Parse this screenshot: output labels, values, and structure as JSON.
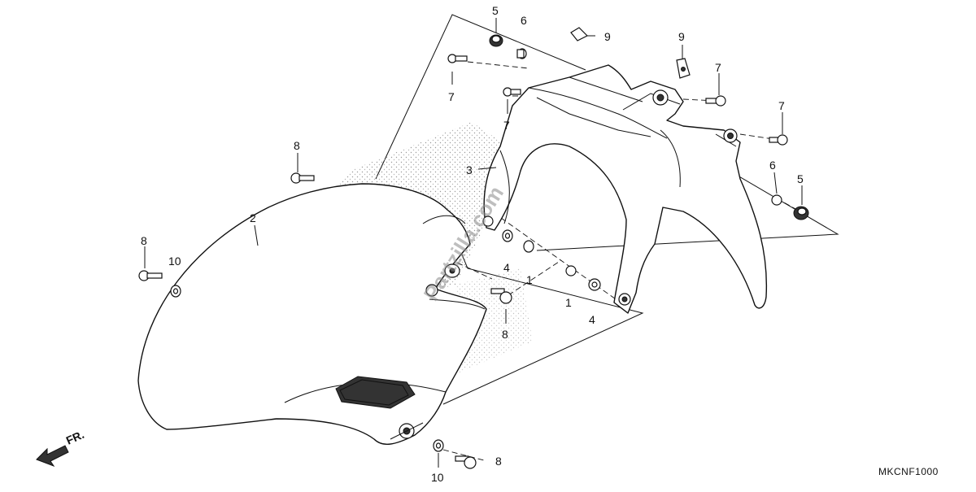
{
  "diagram": {
    "callouts": [
      "1",
      "2",
      "3",
      "4",
      "5",
      "6",
      "7",
      "8",
      "9",
      "10"
    ],
    "reference_code": "MKCNF1000",
    "direction_label": "FR.",
    "watermark": "Partzilla.com"
  }
}
